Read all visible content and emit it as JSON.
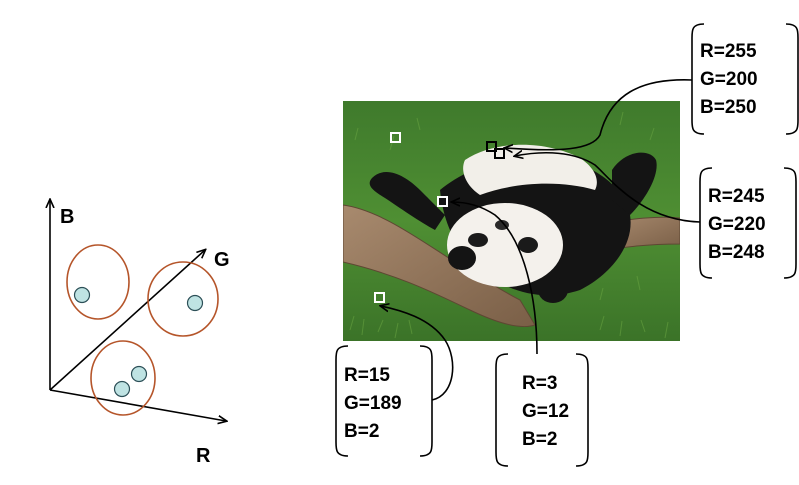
{
  "axes": {
    "b_label": "B",
    "g_label": "G",
    "r_label": "R"
  },
  "colors": {
    "cluster_outline": "#b5552a",
    "point_fill": "#bfe3e3",
    "point_stroke": "#2c4f57",
    "axis": "#000000",
    "marker": "#ffffff"
  },
  "callouts": [
    {
      "id": "white-top",
      "lines": [
        "R=255",
        "G=200",
        "B=250"
      ]
    },
    {
      "id": "white-mid",
      "lines": [
        "R=245",
        "G=220",
        "B=248"
      ]
    },
    {
      "id": "grass",
      "lines": [
        "R=15",
        "G=189",
        "B=2"
      ]
    },
    {
      "id": "black",
      "lines": [
        "R=3",
        "G=12",
        "B=2"
      ]
    }
  ]
}
